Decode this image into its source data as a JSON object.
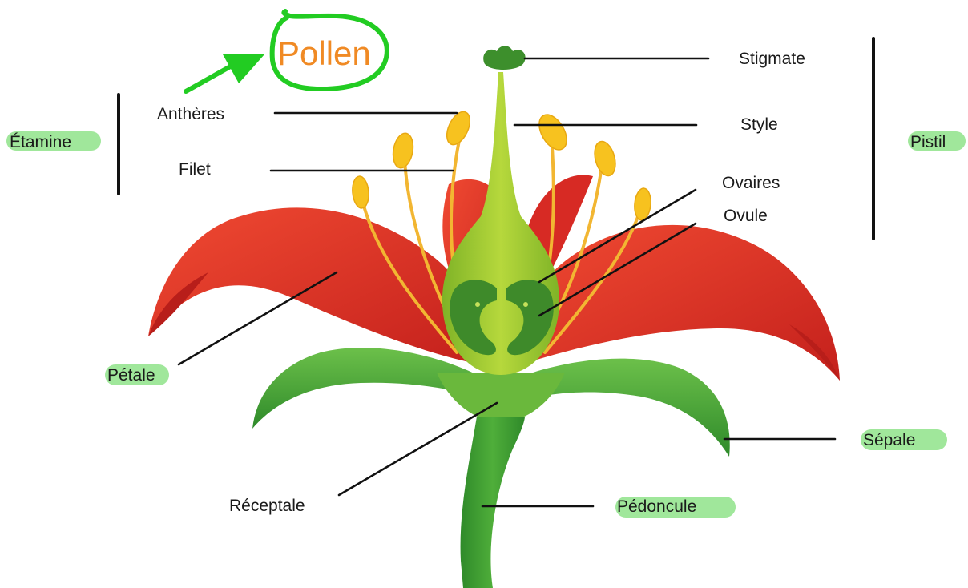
{
  "labels": {
    "pollen": "Pollen",
    "antheres": "Anthères",
    "filet": "Filet",
    "etamine": "Étamine",
    "stigmate": "Stigmate",
    "style": "Style",
    "ovaires": "Ovaires",
    "ovule": "Ovule",
    "pistil": "Pistil",
    "petale": "Pétale",
    "sepale": "Sépale",
    "receptale": "Réceptale",
    "pedoncule": "Pédoncule"
  },
  "colors": {
    "petal": "#e8322a",
    "petal_dark": "#b81e1a",
    "sepal": "#4fa83a",
    "pistil": "#9cc82e",
    "anther": "#f7c21f",
    "filament": "#f2b632",
    "annotation_green": "#22cc22",
    "highlight": "#8fe38a",
    "pollen_text": "#f08a24"
  }
}
